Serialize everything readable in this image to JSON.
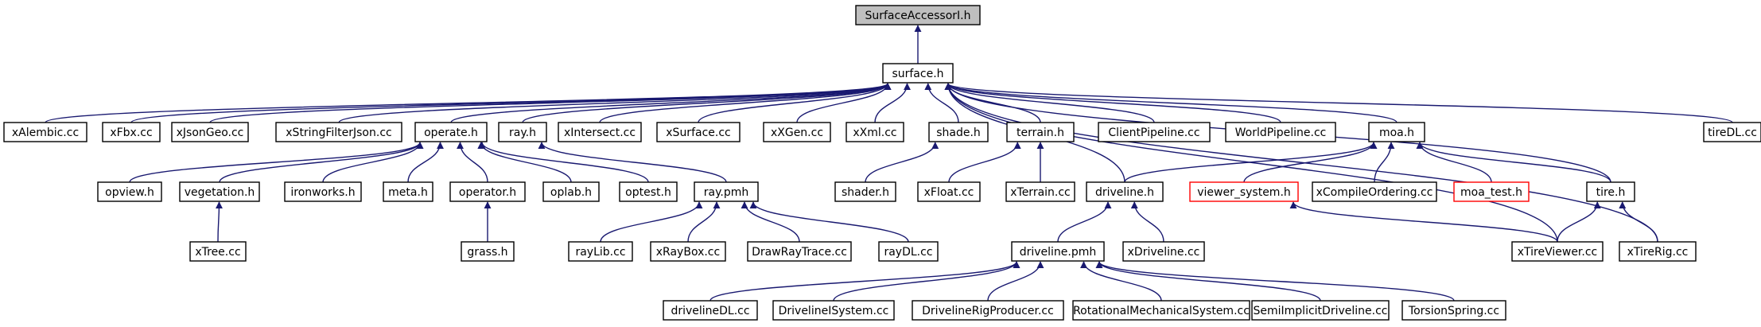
{
  "colors": {
    "edge": "#191970",
    "node_border": "#000000",
    "highlight_border": "#ff0000",
    "root_fill": "#bfbfbf",
    "node_fill": "#ffffff",
    "text": "#000000"
  },
  "nodes": {
    "surfaceaccessori_h": "SurfaceAccessorI.h",
    "surface_h": "surface.h",
    "xalembic_cc": "xAlembic.cc",
    "xfbx_cc": "xFbx.cc",
    "xjsongeo_cc": "xJsonGeo.cc",
    "xstringfilterjson_cc": "xStringFilterJson.cc",
    "operate_h": "operate.h",
    "ray_h": "ray.h",
    "xintersect_cc": "xIntersect.cc",
    "xsurface_cc": "xSurface.cc",
    "xxgen_cc": "xXGen.cc",
    "xxml_cc": "xXml.cc",
    "shade_h": "shade.h",
    "terrain_h": "terrain.h",
    "clientpipeline_cc": "ClientPipeline.cc",
    "worldpipeline_cc": "WorldPipeline.cc",
    "moa_h": "moa.h",
    "tiredl_cc": "tireDL.cc",
    "opview_h": "opview.h",
    "vegetation_h": "vegetation.h",
    "ironworks_h": "ironworks.h",
    "meta_h": "meta.h",
    "operator_h": "operator.h",
    "oplab_h": "oplab.h",
    "optest_h": "optest.h",
    "ray_pmh": "ray.pmh",
    "shader_h": "shader.h",
    "xfloat_cc": "xFloat.cc",
    "xterrain_cc": "xTerrain.cc",
    "driveline_h": "driveline.h",
    "viewer_system_h": "viewer_system.h",
    "xcompileordering_cc": "xCompileOrdering.cc",
    "moa_test_h": "moa_test.h",
    "tire_h": "tire.h",
    "xtree_cc": "xTree.cc",
    "grass_h": "grass.h",
    "raylib_cc": "rayLib.cc",
    "xraybox_cc": "xRayBox.cc",
    "drawraytrace_cc": "DrawRayTrace.cc",
    "raydl_cc": "rayDL.cc",
    "driveline_pmh": "driveline.pmh",
    "xdriveline_cc": "xDriveline.cc",
    "xtireviewer_cc": "xTireViewer.cc",
    "xtirerig_cc": "xTireRig.cc",
    "drivelinedl_cc": "drivelineDL.cc",
    "drivelineisystem_cc": "DrivelineISystem.cc",
    "drivelinerigproducer_cc": "DrivelineRigProducer.cc",
    "rotationalmechanicalsystem_cc": "RotationalMechanicalSystem.cc",
    "semiimplicitdriveline_cc": "SemiImplicitDriveline.cc",
    "torsionspring_cc": "TorsionSpring.cc"
  }
}
